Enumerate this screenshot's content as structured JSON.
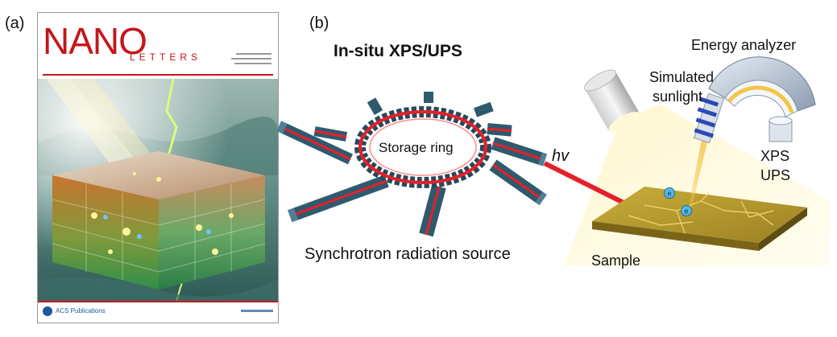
{
  "panels": {
    "a": {
      "label": "(a)",
      "cover": {
        "logo_main": "NANO",
        "logo_sub": "LETTERS",
        "publisher": "ACS Publications",
        "colors": {
          "brand_red": "#c4161c",
          "publisher_blue": "#1a5aa0"
        }
      }
    },
    "b": {
      "label": "(b)",
      "title": "In-situ XPS/UPS",
      "storage_ring": "Storage ring",
      "source": "Synchrotron radiation source",
      "photon": "hv",
      "simulated_line1": "Simulated",
      "simulated_line2": "sunlight",
      "analyzer": "Energy analyzer",
      "xps": "XPS",
      "ups": "UPS",
      "sample": "Sample",
      "electron": "e",
      "colors": {
        "ring_red": "#e5202a",
        "beamline": "#2f5a6e",
        "sample_gold": "#b59a2a",
        "light_cone": "#fff6c8",
        "electron_blue": "#56b8e6"
      }
    }
  }
}
